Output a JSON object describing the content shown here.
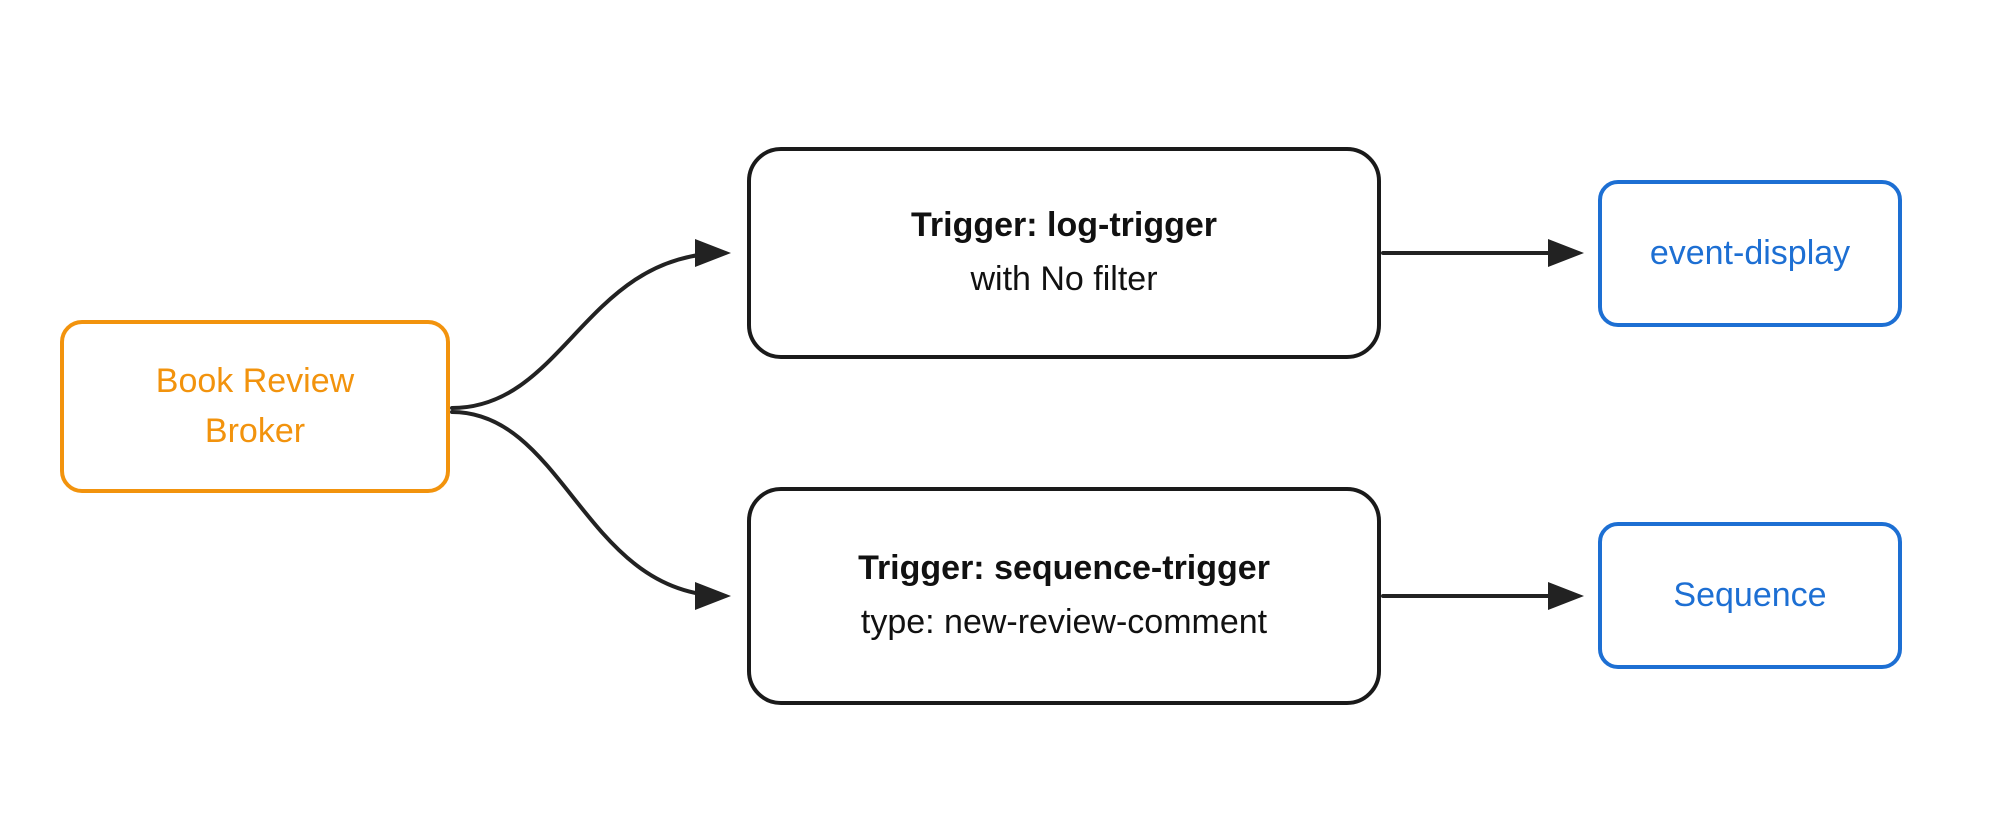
{
  "diagram": {
    "nodes": {
      "broker": {
        "label": "Book Review Broker"
      },
      "log_trigger": {
        "title": "Trigger: log-trigger",
        "subtitle": "with No filter"
      },
      "event_display": {
        "label": "event-display"
      },
      "sequence_trigger": {
        "title": "Trigger: sequence-trigger",
        "subtitle": "type: new-review-comment"
      },
      "sequence": {
        "label": "Sequence"
      }
    },
    "edges": [
      {
        "from": "broker",
        "to": "log_trigger"
      },
      {
        "from": "broker",
        "to": "sequence_trigger"
      },
      {
        "from": "log_trigger",
        "to": "event_display"
      },
      {
        "from": "sequence_trigger",
        "to": "sequence"
      }
    ],
    "colors": {
      "broker_accent": "#F2930D",
      "trigger_border": "#1A1A1A",
      "sink_accent": "#1D6FD3",
      "edge": "#222222",
      "background": "#FFFFFF"
    }
  }
}
